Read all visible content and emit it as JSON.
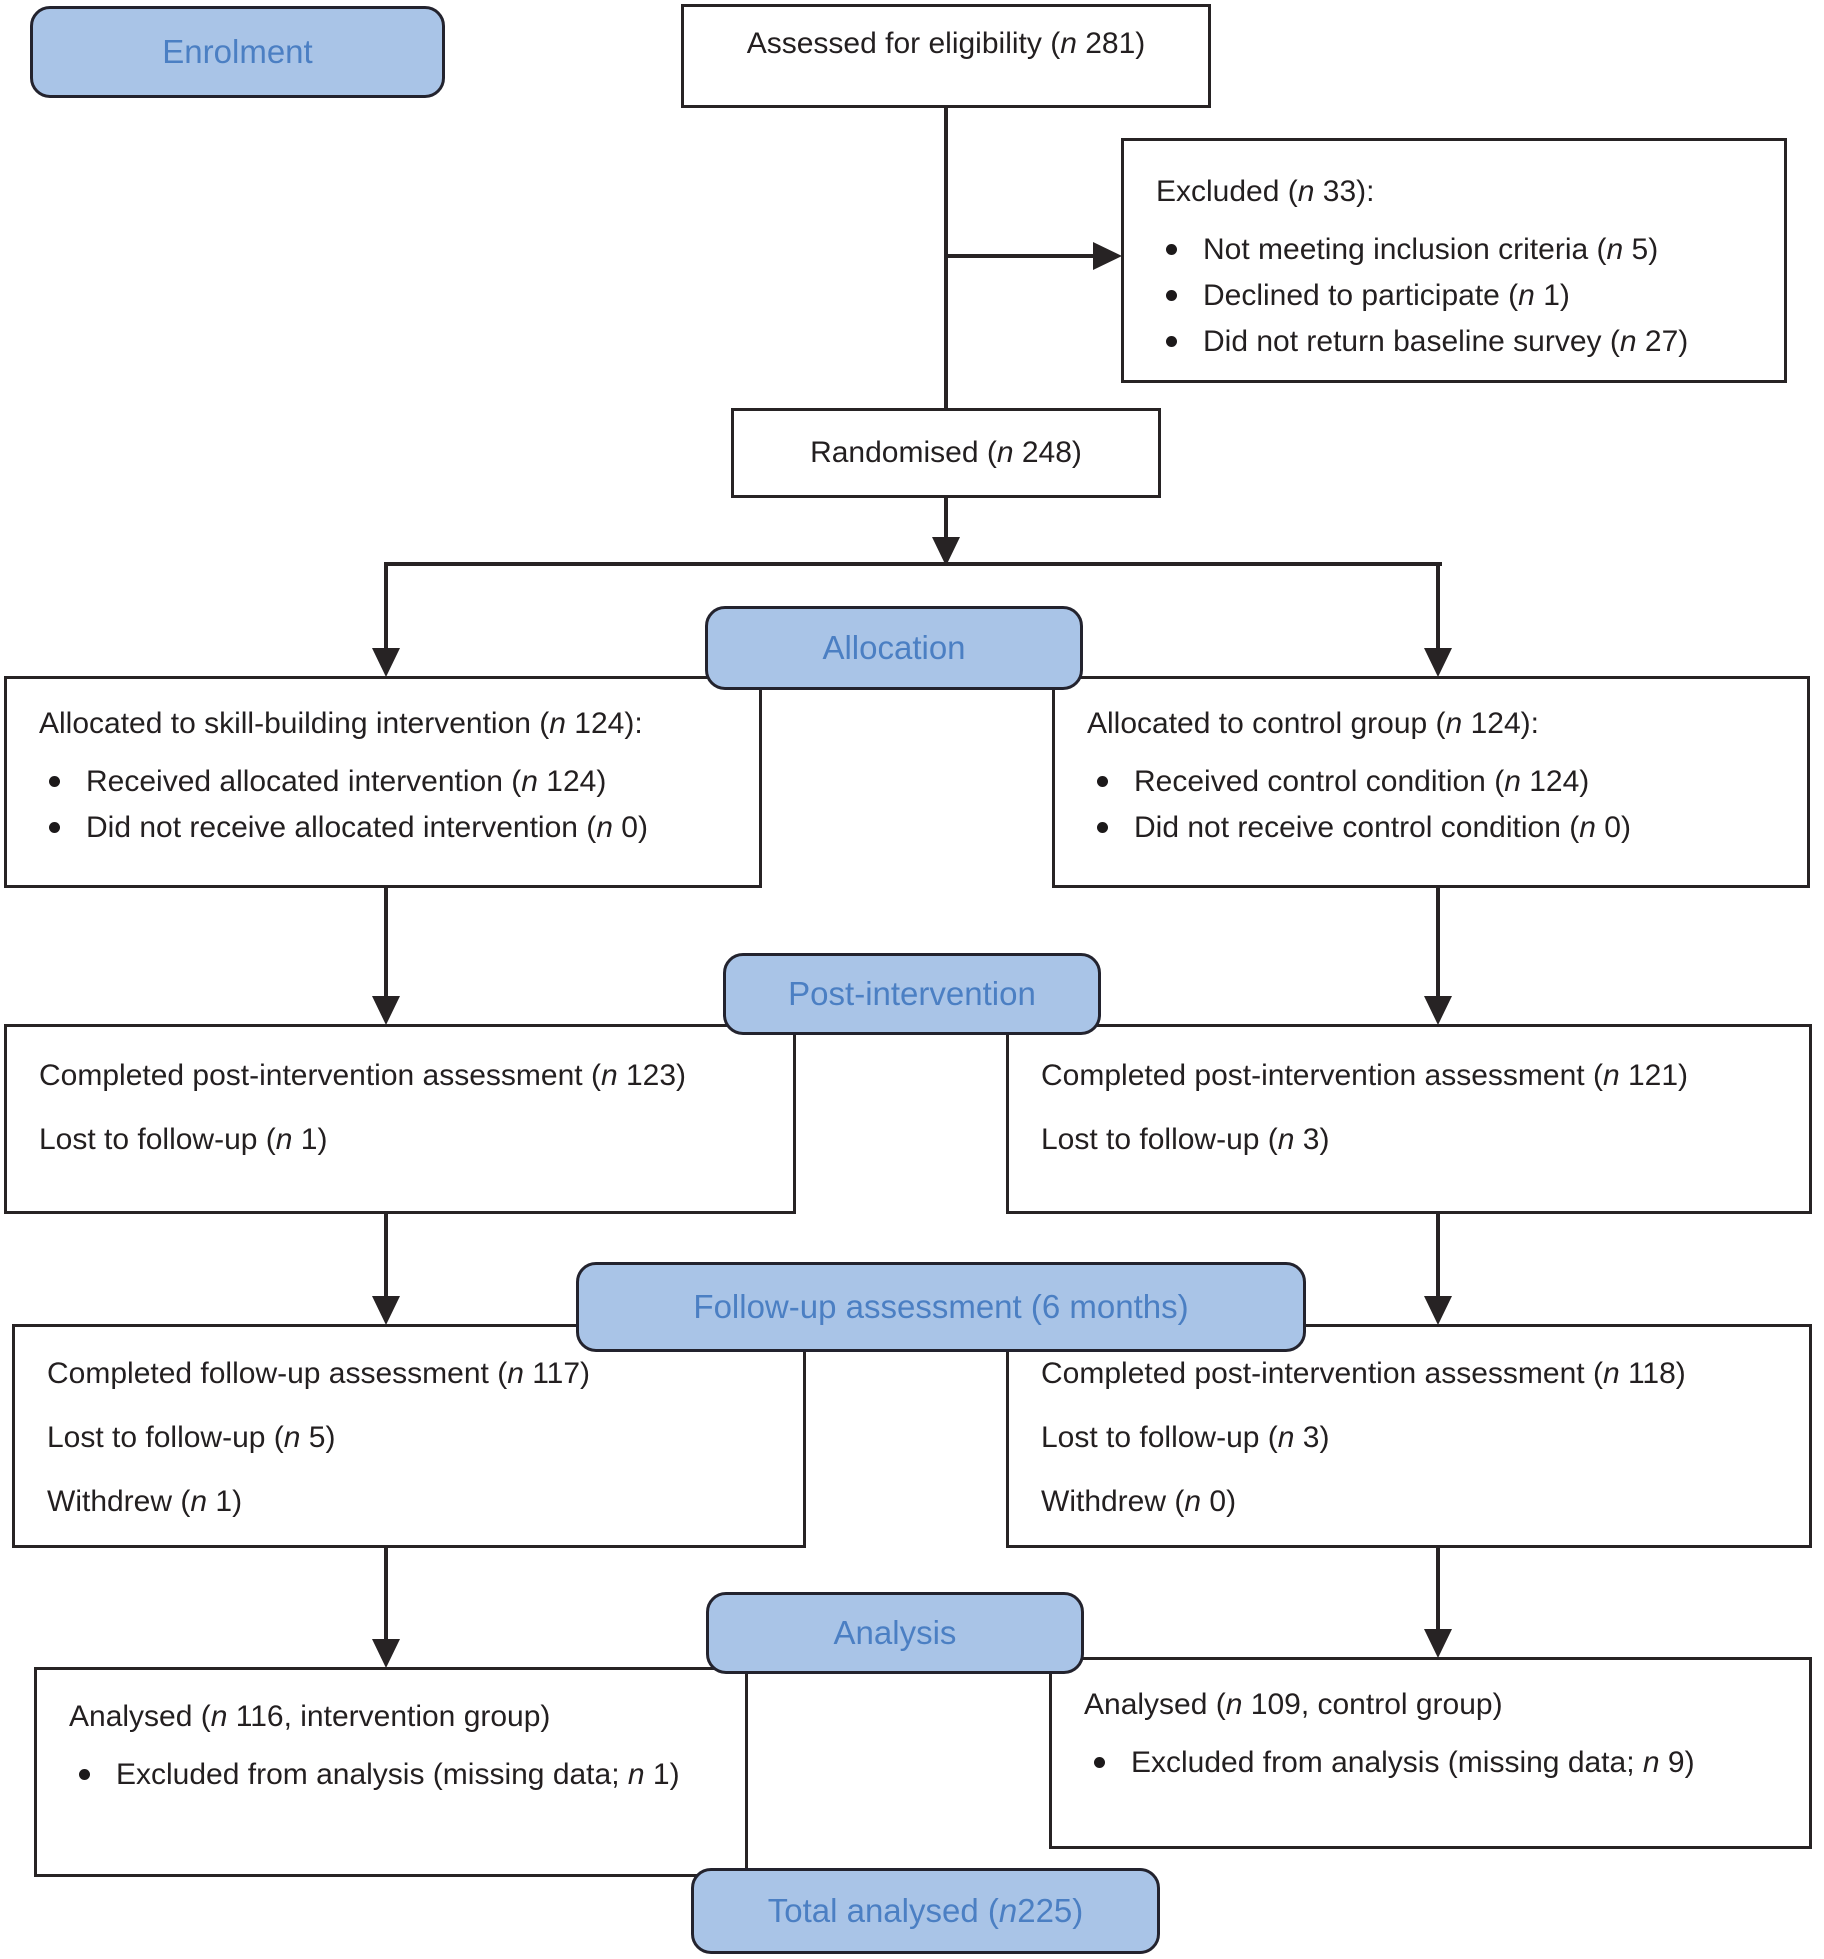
{
  "accent": {
    "fill": "#a9c4e7",
    "text": "#4b7fc3",
    "box_border": "#23232e",
    "line_color": "#272324"
  },
  "stages": {
    "enrolment_label": "Enrolment",
    "allocation_label": "Allocation",
    "post_intervention_label": "Post-intervention",
    "follow_up_label": "Follow-up assessment (6 months)",
    "analysis_label": "Analysis",
    "total_label": "Total analysed (*n* 225)"
  },
  "boxes": {
    "assessed": {
      "text": "Assessed for eligibility (*n* 281)"
    },
    "excluded": {
      "title": "Excluded (*n* 33):",
      "bullets": [
        "Not meeting inclusion criteria (*n* 5)",
        "Declined to participate (*n* 1)",
        "Did not return baseline survey (*n* 27)"
      ]
    },
    "randomised": {
      "text": "Randomised (*n* 248)"
    },
    "alloc_left": {
      "title": "Allocated to skill-building intervention (*n* 124):",
      "bullets": [
        "Received allocated intervention (*n* 124)",
        "Did not receive allocated intervention (*n* 0)"
      ]
    },
    "alloc_right": {
      "title": "Allocated to control group (*n* 124):",
      "bullets": [
        "Received control condition (*n* 124)",
        "Did not receive control condition (*n* 0)"
      ]
    },
    "post_left": {
      "lines": [
        "Completed post-intervention assessment (*n* 123)",
        "Lost to follow-up (*n* 1)"
      ]
    },
    "post_right": {
      "lines": [
        "Completed post-intervention assessment (*n* 121)",
        "Lost to follow-up (*n* 3)"
      ]
    },
    "followup_left": {
      "lines": [
        "Completed follow-up assessment (*n* 117)",
        "Lost to follow-up (*n* 5)",
        "Withdrew (*n* 1)"
      ]
    },
    "followup_right": {
      "lines": [
        "Completed post-intervention assessment (*n* 118)",
        "Lost to follow-up (*n* 3)",
        "Withdrew (*n* 0)"
      ]
    },
    "analysis_left": {
      "title": "Analysed (*n* 116, intervention group)",
      "bullets": [
        "Excluded from analysis (missing data; *n* 1)"
      ]
    },
    "analysis_right": {
      "title": "Analysed (*n* 109, control group)",
      "bullets": [
        "Excluded from analysis (missing data; *n* 9)"
      ]
    }
  }
}
